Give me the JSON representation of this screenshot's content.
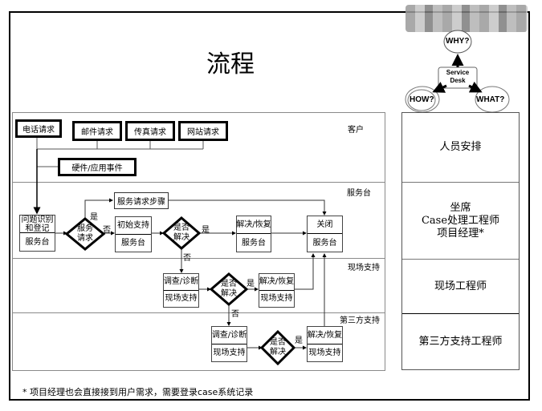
{
  "page": {
    "title": "流程",
    "footnote": "* 项目经理也会直接接到用户需求，需要登录case系统记录"
  },
  "service_desk_diagram": {
    "center": [
      "Service",
      "Desk"
    ],
    "why": "WHY?",
    "how": "HOW?",
    "what": "WHAT?"
  },
  "lanes": [
    {
      "label": "客户"
    },
    {
      "label": "服务台"
    },
    {
      "label": "现场支持"
    },
    {
      "label": "第三方支持"
    }
  ],
  "roles": [
    {
      "lines": [
        "人员安排"
      ]
    },
    {
      "lines": [
        "坐席",
        "Case处理工程师",
        "项目经理*"
      ]
    },
    {
      "lines": [
        "现场工程师"
      ]
    },
    {
      "lines": [
        "第三方支持工程师"
      ]
    }
  ],
  "customer": {
    "requests": [
      "电话请求",
      "邮件请求",
      "传真请求",
      "网站请求"
    ],
    "incident": "硬件/应用事件"
  },
  "service_desk": {
    "identify": {
      "top": "问题识别和登记",
      "bottom": "服务台"
    },
    "decision_service_request": [
      "服务",
      "请求"
    ],
    "service_request_steps": "服务请求步骤",
    "initial_support": {
      "top": "初始支持",
      "bottom": "服务台"
    },
    "decision_resolved": [
      "是否",
      "解决"
    ],
    "resolve": {
      "top": "解决/恢复",
      "bottom": "服务台"
    },
    "close": {
      "top": "关闭",
      "bottom": "服务台"
    }
  },
  "onsite": {
    "investigate": {
      "top": "调查/诊断",
      "bottom": "现场支持"
    },
    "decision_resolved": [
      "是否",
      "解决"
    ],
    "resolve": {
      "top": "解决/恢复",
      "bottom": "现场支持"
    }
  },
  "third_party": {
    "investigate": {
      "top": "调查/诊断",
      "bottom": "现场支持"
    },
    "decision_resolved": [
      "是否",
      "解决"
    ],
    "resolve": {
      "top": "解决/恢复",
      "bottom": "现场支持"
    }
  },
  "edge_labels": {
    "yes": "是",
    "no": "否"
  }
}
